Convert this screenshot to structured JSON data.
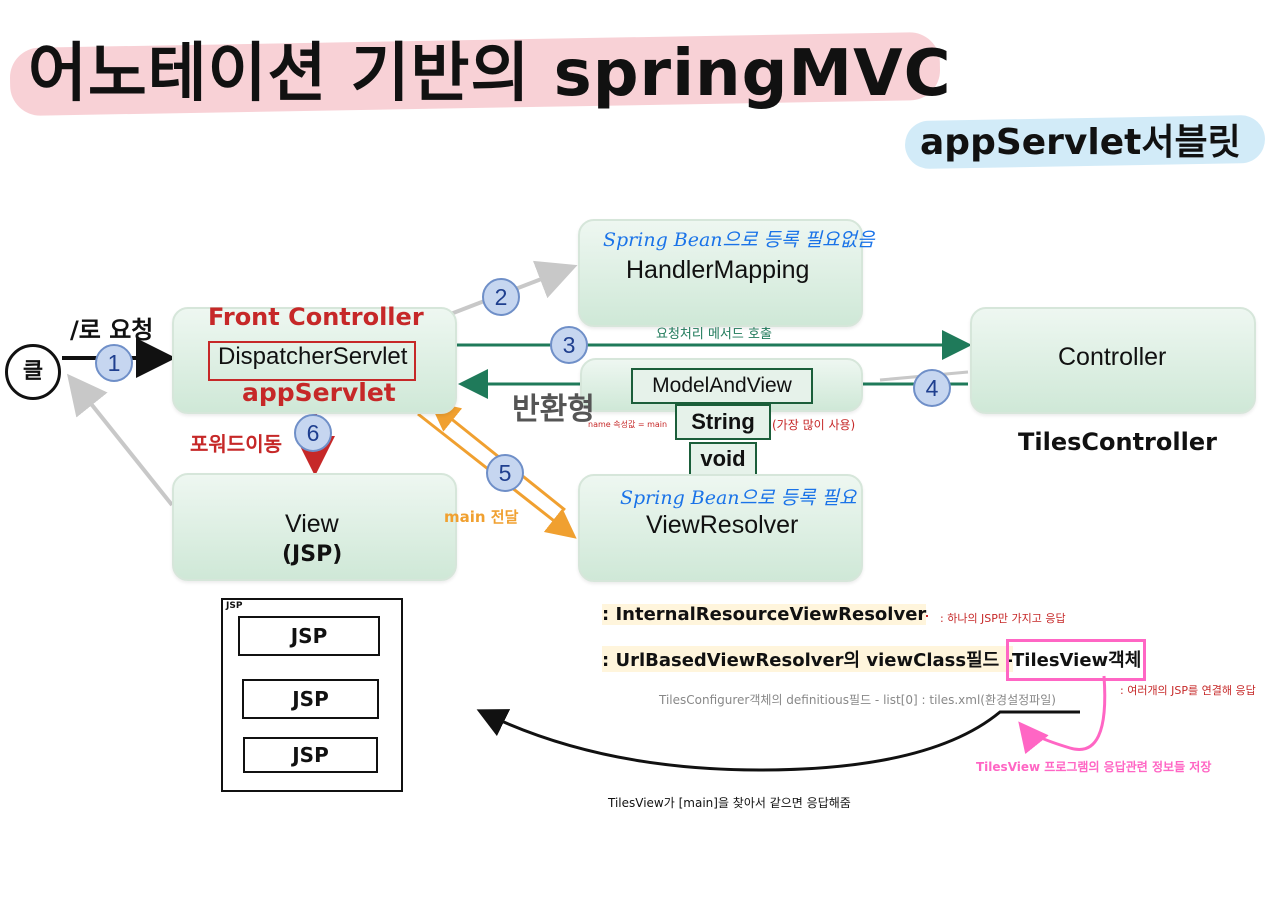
{
  "title": "어노테이션 기반의 springMVC",
  "subtitle": "appServlet서블릿",
  "client_label": "클",
  "request_label": "/로 요청",
  "front": {
    "heading": "Front Controller",
    "name": "DispatcherServlet",
    "servlet": "appServlet"
  },
  "handler_mapping": {
    "note": "Spring Bean으로 등록 필요없음",
    "name": "HandlerMapping"
  },
  "controller": {
    "name": "Controller",
    "caption": "TilesController"
  },
  "call_note": "요청처리 메서드 호출",
  "return_label": "반환형",
  "return_types": [
    "ModelAndView",
    "String",
    "void"
  ],
  "string_note": "(가장 많이 사용)",
  "name_note": "name 속성값 = main",
  "forward_label": "포워드이동",
  "view": {
    "name": "View",
    "sub": "(JSP)"
  },
  "view_resolver": {
    "note": "Spring Bean으로 등록 필요",
    "name": "ViewResolver"
  },
  "main_label": "main 전달",
  "steps": [
    "1",
    "2",
    "3",
    "4",
    "5",
    "6"
  ],
  "jsp_frame_label": "JSP",
  "jsp_items": [
    "JSP",
    "JSP",
    "JSP"
  ],
  "resolver_line1": ": InternalResourceViewResolver",
  "resolver_line1_note": ": 하나의 JSP만 가지고 응답",
  "resolver_line2_prefix": ": UrlBasedViewResolver의 viewClass필드 - ",
  "resolver_line2_box": "TilesView객체",
  "multi_note": ": 여러개의 JSP를 연결해 응답",
  "tiles_config_text": "TilesConfigurer객체의 definitious필드 - list[0] : tiles.xml(환경설정파일)",
  "tiles_store_note": "TilesView 프로그램의 응답관련 정보들 저장",
  "tiles_response_note": "TilesView가 [main]을 찾아서 같으면 응답해줌",
  "colors": {
    "front_red": "#c62828",
    "note_blue": "#1a73e8",
    "arrow_green": "#1f7a5a",
    "arrow_orange": "#f0a030",
    "arrow_gray": "#c8c8c8",
    "pink": "#ff66c4",
    "title_highlight": "#f7c9cf",
    "subtitle_highlight": "#cde9f7"
  }
}
